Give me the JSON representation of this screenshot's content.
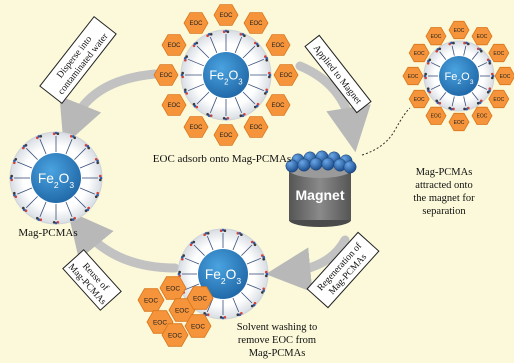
{
  "colors": {
    "background": "#fbf9d9",
    "core": "#2f86c6",
    "core_dark": "#1d5f93",
    "shell": "#e3e6ea",
    "hexagon": "#f5943a",
    "hexagon_border": "#d9761c",
    "arrow": "#bdbdbd",
    "magnet_top": "#5c5c5c",
    "magnet_body": "#6e6e6e",
    "ball": "#2f6fb5"
  },
  "labels": {
    "core_formula_main": "Fe",
    "core_formula_sub": "2",
    "core_formula_tail": "O",
    "core_formula_sub2": "3",
    "core_formula_sub2_alt": "3",
    "eoc": "EOC",
    "magnet": "Magnet",
    "mag_pcmas": "Mag-PCMAs",
    "adsorb_caption": "EOC adsorb onto Mag-PCMAs",
    "attracted_line1": "Mag-PCMAs",
    "attracted_line2": "attracted onto",
    "attracted_line3": "the magnet for",
    "attracted_line4": "separation",
    "solvent_line1": "Solvent washing to",
    "solvent_line2": "remove EOC from",
    "solvent_line3": "Mag-PCMAs"
  },
  "boxes": {
    "disperse_line1": "Disperse into",
    "disperse_line2": "contaminated water",
    "applied": "Applied to Magnet",
    "regen_line1": "Regeneration of",
    "regen_line2": "Mag-PCMAs",
    "reuse_line1": "Reuse of",
    "reuse_line2": "Mag-PCMAs"
  }
}
